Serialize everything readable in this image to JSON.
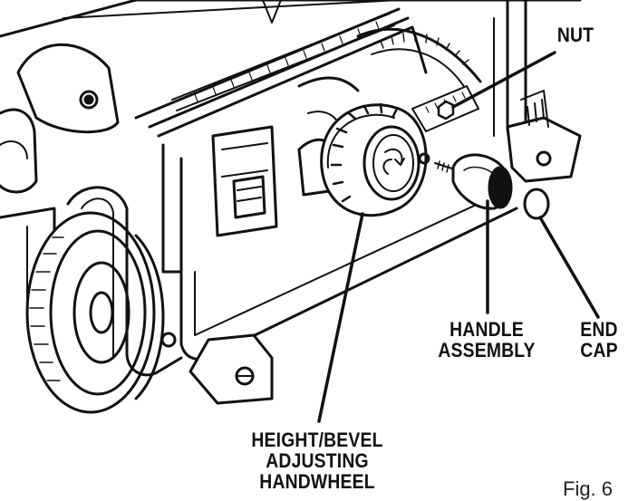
{
  "labels": {
    "nut": "NUT",
    "handle_line1": "HANDLE",
    "handle_line2": "ASSEMBLY",
    "endcap_line1": "END",
    "endcap_line2": "CAP",
    "handwheel_line1": "HEIGHT/BEVEL",
    "handwheel_line2": "ADJUSTING",
    "handwheel_line3": "HANDWHEEL"
  },
  "figure_number": "Fig. 6",
  "colors": {
    "ink": "#111111",
    "paper": "#ffffff",
    "shade": "#d9d9d9"
  }
}
